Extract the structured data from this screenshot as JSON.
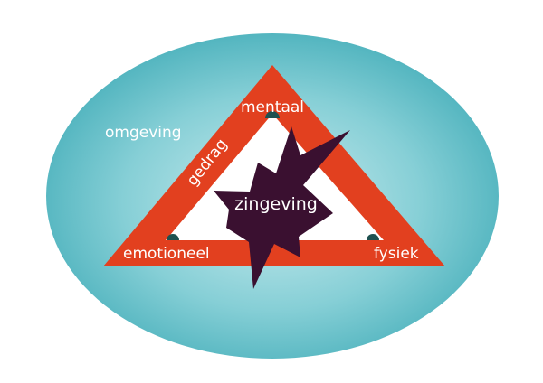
{
  "diagram": {
    "outer_label": "omgeving",
    "top_label": "mentaal",
    "left_label": "emotioneel",
    "right_label": "fysiek",
    "side_label": "gedrag",
    "center_label": "zingeving"
  },
  "colors": {
    "ellipse_center": "#c9ebee",
    "ellipse_edge": "#4bb1bc",
    "triangle": "#e2401f",
    "inner": "#ffffff",
    "star": "#3a1030",
    "corner_dots": "#1f5150"
  }
}
